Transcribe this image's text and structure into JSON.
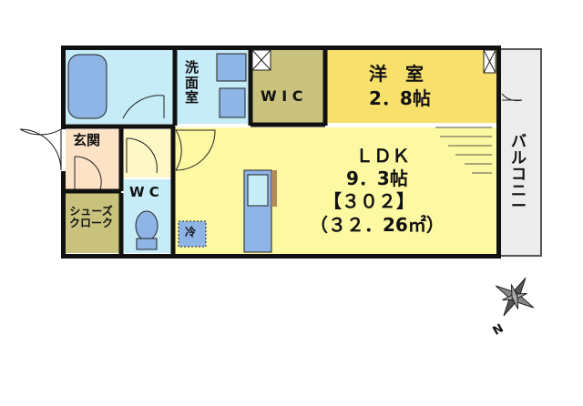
{
  "rooms": {
    "washroom": "洗\n面\n室",
    "wic": "W I C",
    "western_room": {
      "name": "洋　室",
      "size": "2．8帖"
    },
    "ldk": {
      "name": "ＬＤＫ",
      "size": "9．3帖",
      "unit": "【３０２】",
      "area": "（３２．26㎡）"
    },
    "entrance": "玄関",
    "wc": "W C",
    "shoe_cloak": "シューズ\nクローク",
    "fridge": "冷",
    "balcony": "バ\nル\nコ\nニ\nー"
  },
  "compass": {
    "north_label": "N"
  },
  "colors": {
    "wall": "#111111",
    "bath": "#c6ecf8",
    "wic": "#c8c27c",
    "western": "#f8e06c",
    "ldk": "#fdf8a2",
    "entrance": "#fde2c6",
    "balcony": "#ececec",
    "fixture": "#8fb4e6"
  }
}
